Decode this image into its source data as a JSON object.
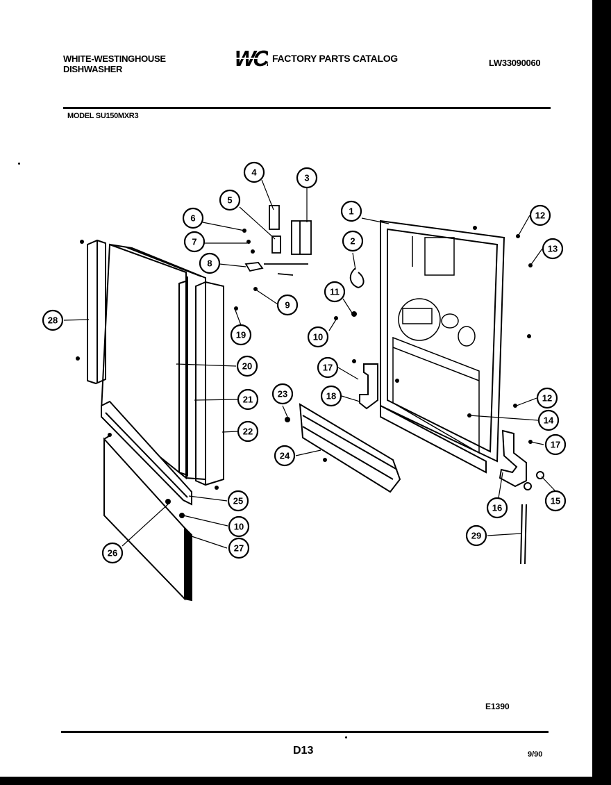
{
  "header": {
    "brand_line1": "WHITE-WESTINGHOUSE",
    "brand_line2": "DISHWASHER",
    "logo_text": "WCI",
    "catalog_title": "FACTORY PARTS CATALOG",
    "catalog_number": "LW33090060",
    "model": "MODEL SU150MXR3"
  },
  "callouts": [
    {
      "id": "c1",
      "label": "1"
    },
    {
      "id": "c2",
      "label": "2"
    },
    {
      "id": "c3",
      "label": "3"
    },
    {
      "id": "c4",
      "label": "4"
    },
    {
      "id": "c5",
      "label": "5"
    },
    {
      "id": "c6",
      "label": "6"
    },
    {
      "id": "c7",
      "label": "7"
    },
    {
      "id": "c8",
      "label": "8"
    },
    {
      "id": "c9",
      "label": "9"
    },
    {
      "id": "c10a",
      "label": "10"
    },
    {
      "id": "c10b",
      "label": "10"
    },
    {
      "id": "c11",
      "label": "11"
    },
    {
      "id": "c12a",
      "label": "12"
    },
    {
      "id": "c12b",
      "label": "12"
    },
    {
      "id": "c13",
      "label": "13"
    },
    {
      "id": "c14",
      "label": "14"
    },
    {
      "id": "c15",
      "label": "15"
    },
    {
      "id": "c16",
      "label": "16"
    },
    {
      "id": "c17a",
      "label": "17"
    },
    {
      "id": "c17b",
      "label": "17"
    },
    {
      "id": "c18",
      "label": "18"
    },
    {
      "id": "c19",
      "label": "19"
    },
    {
      "id": "c20",
      "label": "20"
    },
    {
      "id": "c21",
      "label": "21"
    },
    {
      "id": "c22",
      "label": "22"
    },
    {
      "id": "c23",
      "label": "23"
    },
    {
      "id": "c24",
      "label": "24"
    },
    {
      "id": "c25",
      "label": "25"
    },
    {
      "id": "c26",
      "label": "26"
    },
    {
      "id": "c27",
      "label": "27"
    },
    {
      "id": "c28",
      "label": "28"
    },
    {
      "id": "c29",
      "label": "29"
    }
  ],
  "footer": {
    "figure_code": "E1390",
    "page": "D13",
    "date": "9/90"
  }
}
